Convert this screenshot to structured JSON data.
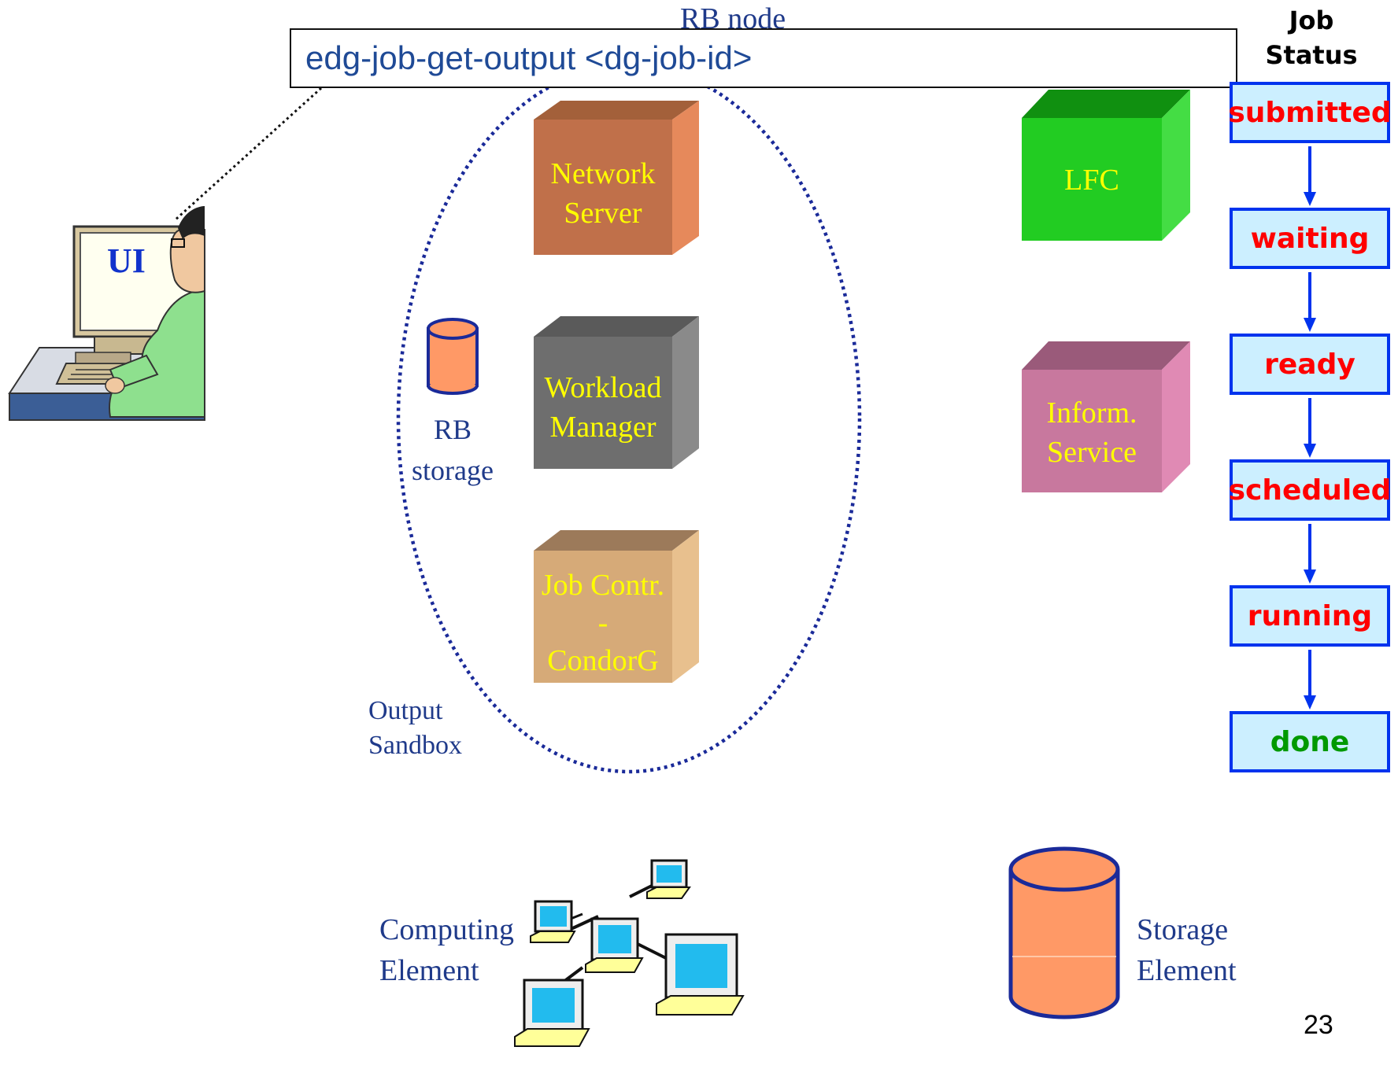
{
  "command": {
    "text": "edg-job-get-output <dg-job-id>"
  },
  "rb_node": {
    "title": "RB node"
  },
  "nodes": {
    "network_server": {
      "line1": "Network",
      "line2": "Server"
    },
    "workload_manager": {
      "line1": "Workload",
      "line2": "Manager"
    },
    "job_controller": {
      "line1": "Job Contr.",
      "line2": "-",
      "line3": "CondorG"
    },
    "lfc": {
      "label": "LFC"
    },
    "info_service": {
      "line1": "Inform.",
      "line2": "Service"
    }
  },
  "rb_storage": {
    "line1": "RB",
    "line2": "storage"
  },
  "output_sandbox": {
    "line1": "Output",
    "line2": "Sandbox"
  },
  "ui": {
    "label": "UI"
  },
  "computing_element": {
    "line1": "Computing",
    "line2": "Element"
  },
  "storage_element": {
    "line1": "Storage",
    "line2": "Element"
  },
  "job_status": {
    "title_line1": "Job",
    "title_line2": "Status",
    "states": [
      {
        "label": "submitted",
        "color": "#ff0000"
      },
      {
        "label": "waiting",
        "color": "#ff0000"
      },
      {
        "label": "ready",
        "color": "#ff0000"
      },
      {
        "label": "scheduled",
        "color": "#ff0000"
      },
      {
        "label": "running",
        "color": "#ff0000"
      },
      {
        "label": "done",
        "color": "#009900"
      }
    ]
  },
  "page_number": "23"
}
